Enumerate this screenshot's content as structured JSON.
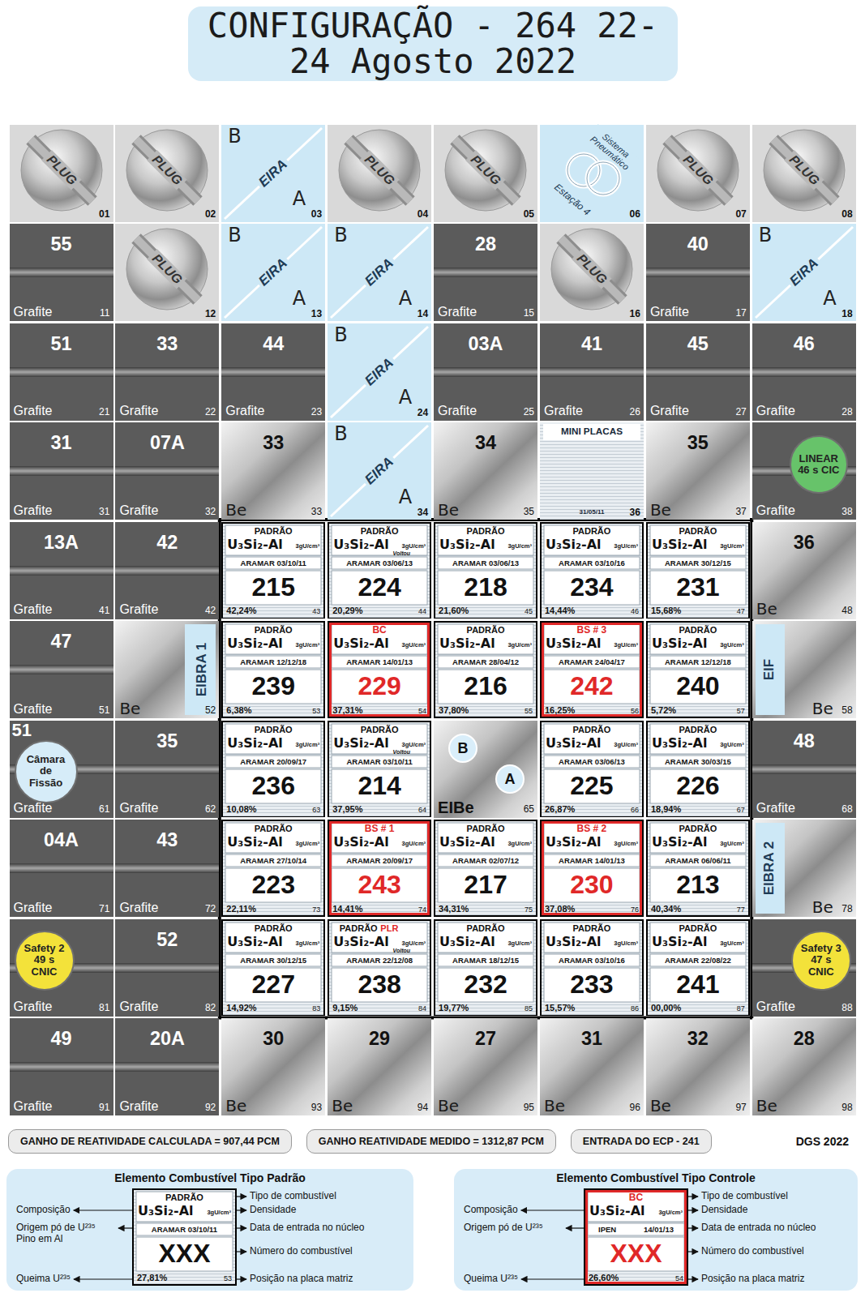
{
  "diagram": {
    "title": "CONFIGURAÇÃO - 264 22-24 Agosto 2022",
    "nodes": [
      {
        "text": [
          "PLUG",
          "01"
        ]
      },
      {
        "text": [
          "PLUG",
          "02"
        ]
      },
      {
        "text": [
          "B",
          "EIRA",
          "A",
          "03"
        ]
      },
      {
        "text": [
          "PLUG",
          "04"
        ]
      },
      {
        "text": [
          "PLUG",
          "05"
        ]
      },
      {
        "text": [
          "Sistema Pneumático",
          "Estação 4",
          "06"
        ]
      },
      {
        "text": [
          "PLUG",
          "07"
        ]
      },
      {
        "text": [
          "PLUG",
          "08"
        ]
      },
      {
        "text": [
          "55",
          "Grafite",
          "11"
        ]
      },
      {
        "text": [
          "PLUG",
          "12"
        ]
      },
      {
        "text": [
          "B",
          "EIRA",
          "A",
          "13"
        ]
      },
      {
        "text": [
          "B",
          "EIRA",
          "A",
          "14"
        ]
      },
      {
        "text": [
          "28",
          "Grafite",
          "15"
        ]
      },
      {
        "text": [
          "PLUG",
          "16"
        ]
      },
      {
        "text": [
          "40",
          "Grafite",
          "17"
        ]
      },
      {
        "text": [
          "B",
          "EIRA",
          "A",
          "18"
        ]
      },
      {
        "text": [
          "51",
          "Grafite",
          "21"
        ]
      },
      {
        "text": [
          "33",
          "Grafite",
          "22"
        ]
      },
      {
        "text": [
          "44",
          "Grafite",
          "23"
        ]
      },
      {
        "text": [
          "B",
          "EIRA",
          "A",
          "24"
        ]
      },
      {
        "text": [
          "03A",
          "Grafite",
          "25"
        ]
      },
      {
        "text": [
          "41",
          "Grafite",
          "26"
        ]
      },
      {
        "text": [
          "45",
          "Grafite",
          "27"
        ]
      },
      {
        "text": [
          "46",
          "Grafite",
          "28"
        ]
      },
      {
        "text": [
          "31",
          "Grafite",
          "31"
        ]
      },
      {
        "text": [
          "07A",
          "Grafite",
          "32"
        ]
      },
      {
        "text": [
          "33",
          "Be",
          "33"
        ]
      },
      {
        "text": [
          "B",
          "EIRA",
          "A",
          "34"
        ]
      },
      {
        "text": [
          "34",
          "Be",
          "35"
        ]
      },
      {
        "text": [
          "MINI PLACAS",
          "31/05/11",
          "36"
        ]
      },
      {
        "text": [
          "35",
          "Be",
          "37"
        ]
      },
      {
        "text": [
          "Grafite",
          "38"
        ]
      },
      {
        "text": [
          "LINEAR 46 s CIC"
        ],
        "in": 31
      },
      {
        "text": [
          "13A",
          "Grafite",
          "41"
        ]
      },
      {
        "text": [
          "42",
          "Grafite",
          "42"
        ]
      },
      {
        "text": [
          "PADRÃO",
          "U₃Si₂-Al",
          "3gU/cm³",
          "ARAMAR 03/10/11",
          "215",
          "42,24%",
          "43"
        ]
      },
      {
        "text": [
          "PADRÃO",
          "U₃Si₂-Al",
          "3gU/cm³",
          "ARAMAR 03/06/13",
          "Voltou",
          "224",
          "20,29%",
          "44"
        ]
      },
      {
        "text": [
          "PADRÃO",
          "U₃Si₂-Al",
          "3gU/cm³",
          "ARAMAR 03/06/13",
          "218",
          "21,60%",
          "45"
        ]
      },
      {
        "text": [
          "PADRÃO",
          "U₃Si₂-Al",
          "3gU/cm³",
          "ARAMAR 03/10/16",
          "234",
          "14,44%",
          "46"
        ]
      },
      {
        "text": [
          "PADRÃO",
          "U₃Si₂-Al",
          "3gU/cm³",
          "ARAMAR 30/12/15",
          "231",
          "15,68%",
          "47"
        ]
      },
      {
        "text": [
          "36",
          "Be",
          "48"
        ]
      },
      {
        "text": [
          "47",
          "Grafite",
          "51"
        ]
      },
      {
        "text": [
          "EIBRA 1",
          "Be",
          "52"
        ]
      },
      {
        "text": [
          "PADRÃO",
          "U₃Si₂-Al",
          "3gU/cm³",
          "ARAMAR 12/12/18",
          "239",
          "6,38%",
          "53"
        ]
      },
      {
        "text": [
          "BC",
          "U₃Si₂-Al",
          "3gU/cm³",
          "ARAMAR 14/01/13",
          "229",
          "37,31%",
          "54"
        ]
      },
      {
        "text": [
          "PADRÃO",
          "U₃Si₂-Al",
          "3gU/cm³",
          "ARAMAR 28/04/12",
          "216",
          "37,80%",
          "55"
        ]
      },
      {
        "text": [
          "BS # 3",
          "U₃Si₂-Al",
          "3gU/cm³",
          "ARAMAR 24/04/17",
          "242",
          "16,25%",
          "56"
        ]
      },
      {
        "text": [
          "PADRÃO",
          "U₃Si₂-Al",
          "3gU/cm³",
          "ARAMAR 12/12/18",
          "240",
          "5,72%",
          "57"
        ]
      },
      {
        "text": [
          "EIF",
          "Be",
          "58"
        ]
      },
      {
        "text": [
          "51",
          "Grafite",
          "61"
        ]
      },
      {
        "text": [
          "Câmara de Fissão"
        ],
        "in": 49
      },
      {
        "text": [
          "35",
          "Grafite",
          "62"
        ]
      },
      {
        "text": [
          "PADRÃO",
          "U₃Si₂-Al",
          "3gU/cm³",
          "ARAMAR 20/09/17",
          "236",
          "10,08%",
          "63"
        ]
      },
      {
        "text": [
          "PADRÃO",
          "U₃Si₂-Al",
          "3gU/cm³",
          "ARAMAR 03/10/11",
          "Voltou",
          "214",
          "37,95%",
          "64"
        ]
      },
      {
        "text": [
          "B",
          "A",
          "EIBe",
          "65"
        ]
      },
      {
        "text": [
          "PADRÃO",
          "U₃Si₂-Al",
          "3gU/cm³",
          "ARAMAR 03/06/13",
          "225",
          "26,87%",
          "66"
        ]
      },
      {
        "text": [
          "PADRÃO",
          "U₃Si₂-Al",
          "3gU/cm³",
          "ARAMAR 30/03/15",
          "226",
          "18,94%",
          "67"
        ]
      },
      {
        "text": [
          "48",
          "Grafite",
          "68"
        ]
      },
      {
        "text": [
          "04A",
          "Grafite",
          "71"
        ]
      },
      {
        "text": [
          "43",
          "Grafite",
          "72"
        ]
      },
      {
        "text": [
          "PADRÃO",
          "U₃Si₂-Al",
          "3gU/cm³",
          "ARAMAR 27/10/14",
          "223",
          "22,11%",
          "73"
        ]
      },
      {
        "text": [
          "BS # 1",
          "U₃Si₂-Al",
          "3gU/cm³",
          "ARAMAR 20/09/17",
          "243",
          "14,41%",
          "74"
        ]
      },
      {
        "text": [
          "PADRÃO",
          "U₃Si₂-Al",
          "3gU/cm³",
          "ARAMAR 02/07/12",
          "217",
          "34,31%",
          "75"
        ]
      },
      {
        "text": [
          "BS # 2",
          "U₃Si₂-Al",
          "3gU/cm³",
          "ARAMAR 14/01/13",
          "230",
          "37,08%",
          "76"
        ]
      },
      {
        "text": [
          "PADRÃO",
          "U₃Si₂-Al",
          "3gU/cm³",
          "ARAMAR 06/06/11",
          "213",
          "40,34%",
          "77"
        ]
      },
      {
        "text": [
          "EIBRA 2",
          "Be",
          "78"
        ]
      },
      {
        "text": [
          "Grafite",
          "81"
        ]
      },
      {
        "text": [
          "Safety 2 49 s CNIC"
        ],
        "in": 66
      },
      {
        "text": [
          "52",
          "Grafite",
          "82"
        ]
      },
      {
        "text": [
          "PADRÃO",
          "U₃Si₂-Al",
          "3gU/cm³",
          "ARAMAR 30/12/15",
          "227",
          "14,92%",
          "83"
        ]
      },
      {
        "text": [
          "PADRÃO",
          "PLR",
          "U₃Si₂-Al",
          "3gU/cm³",
          "ARAMAR 22/12/08",
          "Voltou",
          "238",
          "9,15%",
          "84"
        ]
      },
      {
        "text": [
          "PADRÃO",
          "U₃Si₂-Al",
          "3gU/cm³",
          "ARAMAR 18/12/15",
          "232",
          "19,77%",
          "85"
        ]
      },
      {
        "text": [
          "PADRÃO",
          "U₃Si₂-Al",
          "3gU/cm³",
          "ARAMAR 03/10/16",
          "233",
          "15,57%",
          "86"
        ]
      },
      {
        "text": [
          "PADRÃO",
          "U₃Si₂-Al",
          "3gU/cm³",
          "ARAMAR 22/08/22",
          "241",
          "00,00%",
          "87"
        ]
      },
      {
        "text": [
          "Grafite",
          "88"
        ]
      },
      {
        "text": [
          "Safety 3 47 s CNIC"
        ],
        "in": 74
      },
      {
        "text": [
          "49",
          "Grafite",
          "91"
        ]
      },
      {
        "text": [
          "20A",
          "Grafite",
          "92"
        ]
      },
      {
        "text": [
          "30",
          "Be",
          "93"
        ]
      },
      {
        "text": [
          "29",
          "Be",
          "94"
        ]
      },
      {
        "text": [
          "27",
          "Be",
          "95"
        ]
      },
      {
        "text": [
          "31",
          "Be",
          "96"
        ]
      },
      {
        "text": [
          "32",
          "Be",
          "97"
        ]
      },
      {
        "text": [
          "28",
          "Be",
          "98"
        ]
      },
      {
        "text": [
          "GANHO DE REATIVIDADE CALCULADA = 907,44 PCM"
        ]
      },
      {
        "text": [
          "GANHO REATIVIDADE MEDIDO = 1312,87 PCM"
        ]
      },
      {
        "text": [
          "ENTRADA DO ECP - 241"
        ]
      },
      {
        "text": [
          "Elemento Combustível Tipo Padrão",
          "Composição",
          "Origem pó de U²³⁵ Pino em Al",
          "Queima U²³⁵",
          "Tipo de combustível",
          "Densidade",
          "Data de entrada no núcleo",
          "Número do combustível",
          "Posição na placa matriz"
        ]
      },
      {
        "text": [
          "PADRÃO",
          "U₃Si₂-Al",
          "3gU/cm³",
          "ARAMAR 03/10/11",
          "XXX",
          "27,81%",
          "53"
        ],
        "in": 87
      },
      {
        "text": [
          "Elemento Combustível Tipo Controle",
          "Composição",
          "Origem pó de U²³⁵",
          "Queima U²³⁵",
          "Tipo de combustível",
          "Densidade",
          "Data de entrada no núcleo",
          "Número do combustível",
          "Posição na placa matriz"
        ]
      },
      {
        "text": [
          "BC",
          "U₃Si₂-Al",
          "3gU/cm³",
          "IPEN",
          "14/01/13",
          "XXX",
          "26,60%",
          "54"
        ],
        "in": 89
      }
    ],
    "labels": [
      "DGS 2022"
    ]
  }
}
